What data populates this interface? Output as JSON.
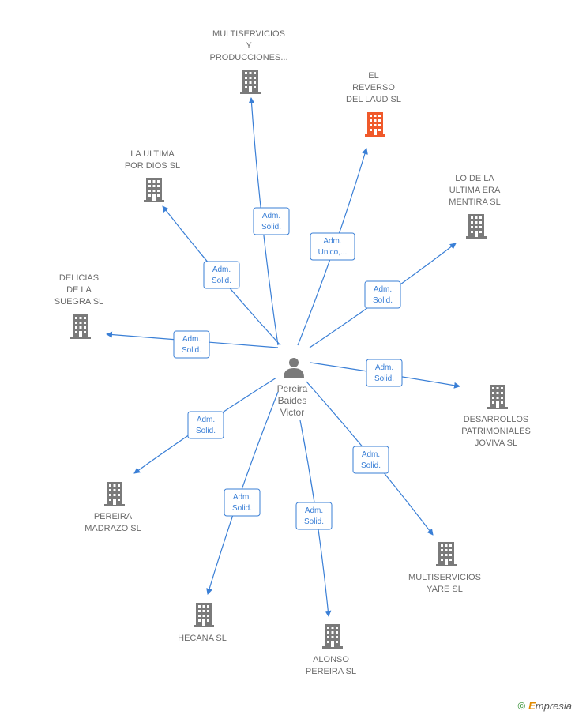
{
  "person": {
    "lines": [
      "Pereira",
      "Baides",
      "Victor"
    ]
  },
  "companies": [
    {
      "id": "multiservicios-producciones",
      "lines": [
        "MULTISERVICIOS",
        "Y",
        "PRODUCCIONES..."
      ],
      "highlight": false,
      "role": [
        "Adm.",
        "Solid."
      ]
    },
    {
      "id": "el-reverso-del-laud",
      "lines": [
        "EL",
        "REVERSO",
        "DEL LAUD SL"
      ],
      "highlight": true,
      "role": [
        "Adm.",
        "Unico,..."
      ]
    },
    {
      "id": "la-ultima-por-dios",
      "lines": [
        "LA ULTIMA",
        "POR DIOS SL"
      ],
      "highlight": false,
      "role": [
        "Adm.",
        "Solid."
      ]
    },
    {
      "id": "lo-de-la-ultima-era-mentira",
      "lines": [
        "LO DE LA",
        "ULTIMA ERA",
        "MENTIRA SL"
      ],
      "highlight": false,
      "role": [
        "Adm.",
        "Solid."
      ]
    },
    {
      "id": "delicias-de-la-suegra",
      "lines": [
        "DELICIAS",
        "DE LA",
        "SUEGRA SL"
      ],
      "highlight": false,
      "role": [
        "Adm.",
        "Solid."
      ]
    },
    {
      "id": "desarrollos-patrimoniales-joviva",
      "lines": [
        "DESARROLLOS",
        "PATRIMONIALES",
        "JOVIVA SL"
      ],
      "highlight": false,
      "role": [
        "Adm.",
        "Solid."
      ]
    },
    {
      "id": "pereira-madrazo",
      "lines": [
        "PEREIRA",
        "MADRAZO SL"
      ],
      "highlight": false,
      "role": [
        "Adm.",
        "Solid."
      ]
    },
    {
      "id": "multiservicios-yare",
      "lines": [
        "MULTISERVICIOS",
        "YARE SL"
      ],
      "highlight": false,
      "role": [
        "Adm.",
        "Solid."
      ]
    },
    {
      "id": "hecana",
      "lines": [
        "HECANA SL"
      ],
      "highlight": false,
      "role": [
        "Adm.",
        "Solid."
      ]
    },
    {
      "id": "alonso-pereira",
      "lines": [
        "ALONSO",
        "PEREIRA SL"
      ],
      "highlight": false,
      "role": [
        "Adm.",
        "Solid."
      ]
    }
  ],
  "colors": {
    "edge": "#3a7fd6",
    "building": "#7a7a7a",
    "building_highlight": "#f0592a",
    "label": "#6b6b6b"
  },
  "footer": {
    "copyright": "©",
    "brand_initial": "E",
    "brand_rest": "mpresia"
  }
}
